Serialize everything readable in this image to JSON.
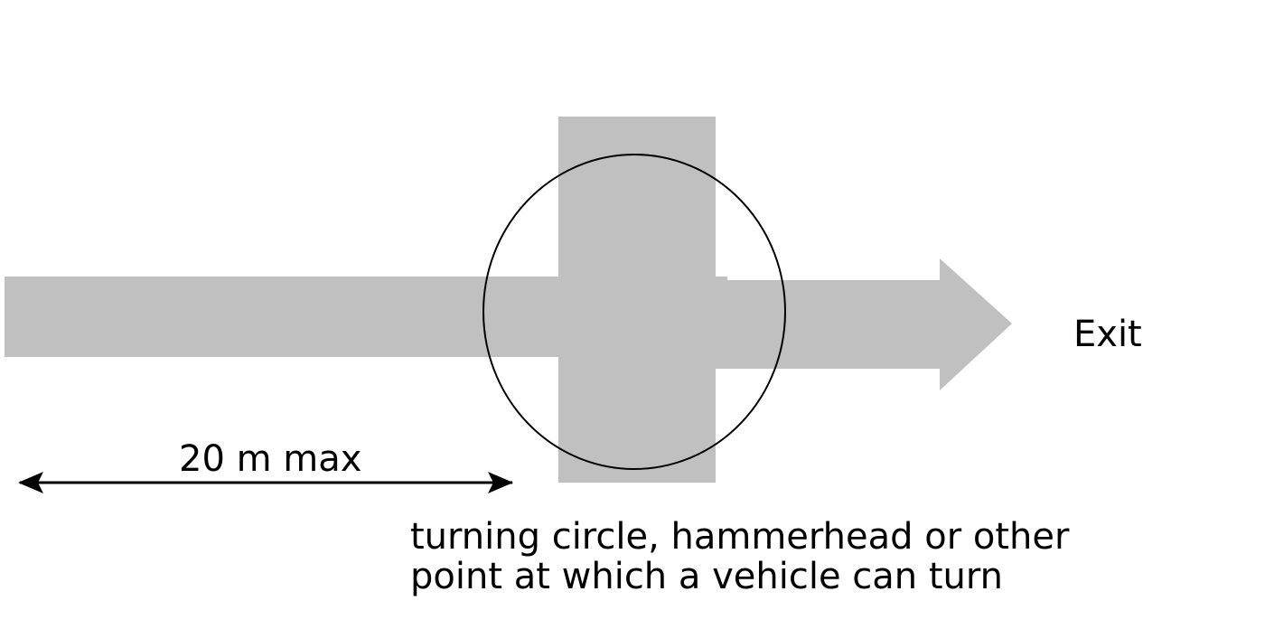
{
  "diagram": {
    "exit_label": "Exit",
    "distance_label": "20 m max",
    "caption_lines": [
      "turning circle, hammerhead or other",
      "point at which a vehicle can turn"
    ]
  },
  "colors": {
    "road": "#c0c0c0",
    "outline": "#000000",
    "background": "#ffffff"
  }
}
